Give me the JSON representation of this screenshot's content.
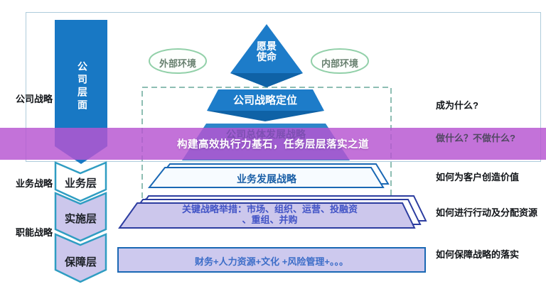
{
  "banner": {
    "title": "构建高效执行力基石，任务层层落实之道"
  },
  "left_labels": {
    "corporate": "公司战略",
    "business": "业务战略",
    "functional": "职能战略"
  },
  "layer_column": {
    "company_layer": "公司层面",
    "business_layer": "业务层",
    "implementation_layer": "实施层",
    "support_layer": "保障层"
  },
  "pyramid": {
    "vision_line1": "愿景",
    "vision_line2": "使命",
    "external_env": "外部环境",
    "internal_env": "内部环境",
    "positioning": "公司战略定位",
    "overall_strategy": "公司总体发展战略",
    "business_dev": "业务发展战略",
    "key_initiatives_line1": "关键战略举措：市场、组织、运营、投融资",
    "key_initiatives_line2": "、重组、并购",
    "support_mix": "财务+人力资源+文化 +风险管理+。。。"
  },
  "right_labels": {
    "become": "成为什么?",
    "do_or_not": "做什么？不做什么?",
    "customer_value": "如何为客户创造价值",
    "action_resources": "如何进行行动及分配资源",
    "ensure_implementation": "如何保障战略的落实"
  },
  "colors": {
    "primary_blue": "#1878c4",
    "dark_blue_facet": "#0f62a6",
    "overall_trapezoid_blue": "#2e85c9",
    "banner_purple": "#b756d1",
    "lavender_fill": "#ccc7ec",
    "teal_border": "#2f9dc2",
    "blue_border": "#1a68b4",
    "stack_border": "#2c3da0",
    "dashed_border": "#68a89a",
    "green_ellipse_border": "#92d0a9",
    "frame_border": "#aeccdb"
  }
}
